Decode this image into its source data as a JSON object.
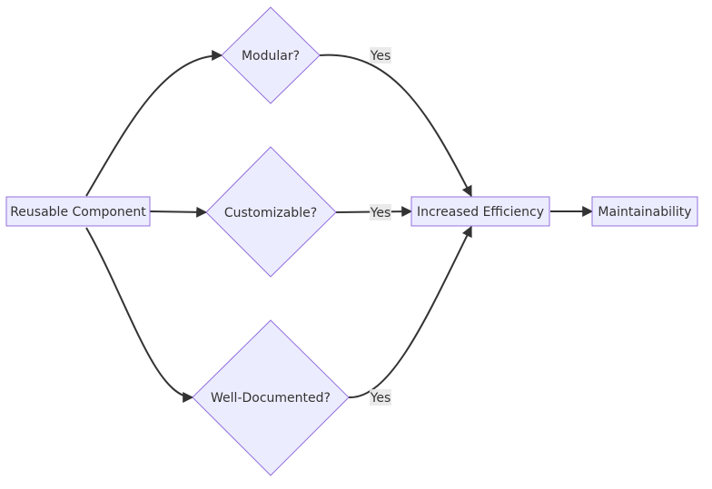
{
  "colors": {
    "node_fill": "#ececff",
    "node_stroke": "#9370db",
    "edge": "#333333",
    "label_bg": "#e8e8e8",
    "text": "#333333"
  },
  "nodes": {
    "reusable": {
      "label": "Reusable Component",
      "shape": "rect"
    },
    "modular": {
      "label": "Modular?",
      "shape": "diamond"
    },
    "customizable": {
      "label": "Customizable?",
      "shape": "diamond"
    },
    "documented": {
      "label": "Well-Documented?",
      "shape": "diamond"
    },
    "efficiency": {
      "label": "Increased Efficiency",
      "shape": "rect"
    },
    "maintainability": {
      "label": "Maintainability",
      "shape": "rect"
    }
  },
  "edges": [
    {
      "from": "reusable",
      "to": "modular",
      "label": ""
    },
    {
      "from": "reusable",
      "to": "customizable",
      "label": ""
    },
    {
      "from": "reusable",
      "to": "documented",
      "label": ""
    },
    {
      "from": "modular",
      "to": "efficiency",
      "label": "Yes"
    },
    {
      "from": "customizable",
      "to": "efficiency",
      "label": "Yes"
    },
    {
      "from": "documented",
      "to": "efficiency",
      "label": "Yes"
    },
    {
      "from": "efficiency",
      "to": "maintainability",
      "label": ""
    }
  ]
}
